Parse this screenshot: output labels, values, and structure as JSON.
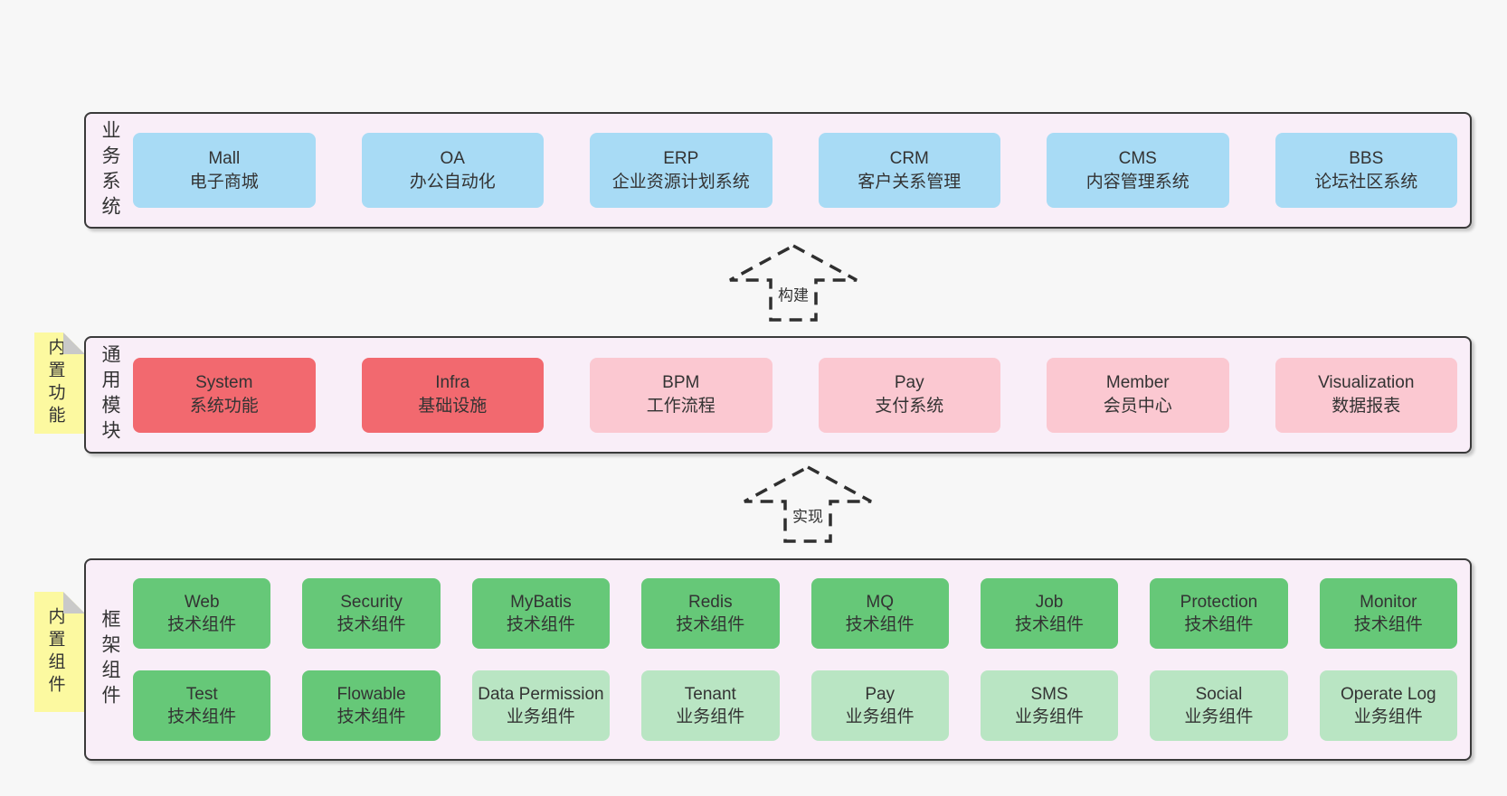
{
  "colors": {
    "blue": "#a8dbf5",
    "red": "#f2696f",
    "pink": "#fbc8d1",
    "green": "#66c878",
    "lightgreen": "#b9e5c3",
    "yellow": "#fcf9a0",
    "panel_bg": "#f9eef8",
    "panel_border": "#3a3a3a",
    "page_bg": "#f7f7f7",
    "fold_gray": "#c9c9c9",
    "text": "#333333"
  },
  "arrows": [
    {
      "label": "构建"
    },
    {
      "label": "实现"
    }
  ],
  "sections": [
    {
      "label": "业务系统",
      "boxes": [
        {
          "name": "Mall",
          "desc": "电子商城"
        },
        {
          "name": "OA",
          "desc": "办公自动化"
        },
        {
          "name": "ERP",
          "desc": "企业资源计划系统"
        },
        {
          "name": "CRM",
          "desc": "客户关系管理"
        },
        {
          "name": "CMS",
          "desc": "内容管理系统"
        },
        {
          "name": "BBS",
          "desc": "论坛社区系统"
        }
      ]
    },
    {
      "label": "通用模块",
      "tab": "内置功能",
      "boxes": [
        {
          "name": "System",
          "desc": "系统功能"
        },
        {
          "name": "Infra",
          "desc": "基础设施"
        },
        {
          "name": "BPM",
          "desc": "工作流程"
        },
        {
          "name": "Pay",
          "desc": "支付系统"
        },
        {
          "name": "Member",
          "desc": "会员中心"
        },
        {
          "name": "Visualization",
          "desc": "数据报表"
        }
      ]
    },
    {
      "label": "框架组件",
      "tab": "内置组件",
      "rows": [
        [
          {
            "name": "Web",
            "desc": "技术组件"
          },
          {
            "name": "Security",
            "desc": "技术组件"
          },
          {
            "name": "MyBatis",
            "desc": "技术组件"
          },
          {
            "name": "Redis",
            "desc": "技术组件"
          },
          {
            "name": "MQ",
            "desc": "技术组件"
          },
          {
            "name": "Job",
            "desc": "技术组件"
          },
          {
            "name": "Protection",
            "desc": "技术组件"
          },
          {
            "name": "Monitor",
            "desc": "技术组件"
          }
        ],
        [
          {
            "name": "Test",
            "desc": "技术组件"
          },
          {
            "name": "Flowable",
            "desc": "技术组件"
          },
          {
            "name": "Data Permission",
            "desc": "业务组件"
          },
          {
            "name": "Tenant",
            "desc": "业务组件"
          },
          {
            "name": "Pay",
            "desc": "业务组件"
          },
          {
            "name": "SMS",
            "desc": "业务组件"
          },
          {
            "name": "Social",
            "desc": "业务组件"
          },
          {
            "name": "Operate Log",
            "desc": "业务组件"
          }
        ]
      ]
    }
  ]
}
